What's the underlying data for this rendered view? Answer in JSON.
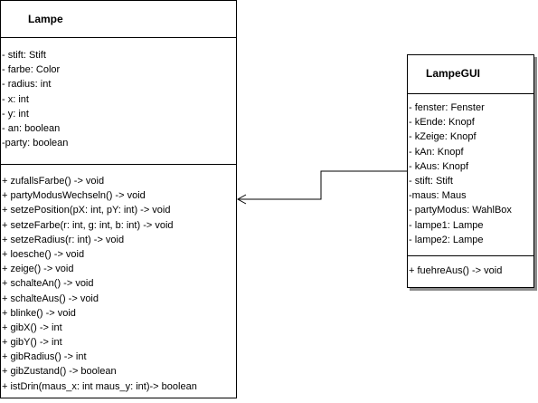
{
  "diagram": {
    "classes": [
      {
        "name": "Lampe",
        "attributes": [
          "- stift: Stift",
          "- farbe: Color",
          "- radius: int",
          "- x: int",
          "- y: int",
          "- an: boolean",
          "-party: boolean"
        ],
        "methods": [
          "+ zufallsFarbe() -> void",
          "+ partyModusWechseln() -> void",
          "+ setzePosition(pX: int, pY: int) -> void",
          "+ setzeFarbe(r: int, g: int, b: int) -> void",
          "+ setzeRadius(r: int) -> void",
          "+ loesche() -> void",
          "+ zeige() -> void",
          "+ schalteAn() -> void",
          "+ schalteAus() -> void",
          "+ blinke() -> void",
          "+ gibX() -> int",
          "+ gibY() -> int",
          "+ gibRadius() -> int",
          "+ gibZustand() -> boolean",
          "+ istDrin(maus_x: int maus_y: int)-> boolean"
        ]
      },
      {
        "name": "LampeGUI",
        "attributes": [
          "- fenster: Fenster",
          "- kEnde: Knopf",
          "- kZeige: Knopf",
          "- kAn: Knopf",
          "- kAus: Knopf",
          "- stift: Stift",
          "-maus: Maus",
          "- partyModus: WahlBox",
          "- lampe1: Lampe",
          "- lampe2: Lampe"
        ],
        "methods": [
          "+ fuehreAus() -> void"
        ]
      }
    ],
    "associations": [
      {
        "from": "LampeGUI",
        "to": "Lampe",
        "arrow": "open-arrow"
      }
    ]
  }
}
